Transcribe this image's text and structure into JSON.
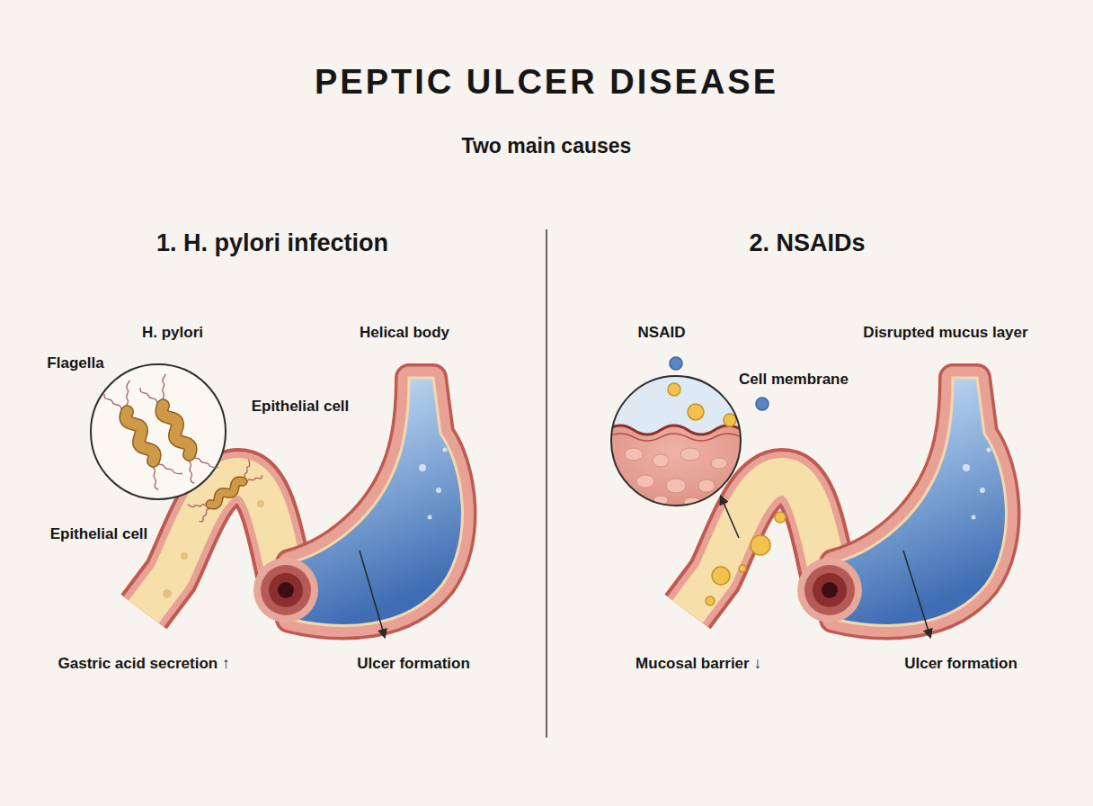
{
  "diagram": {
    "title": "PEPTIC ULCER DISEASE",
    "labels": [
      "Two main causes",
      "1. H. pylori infection",
      "2. NSAIDs",
      "H. pylori",
      "Helical body",
      "Flagella",
      "Epithelial cell",
      "Epithelial cell",
      "Gastric acid secretion ↑",
      "Ulcer formation",
      "NSAID",
      "Disrupted mucus layer",
      "Cell membrane",
      "Mucosal barrier ↓",
      "Ulcer formation"
    ]
  }
}
